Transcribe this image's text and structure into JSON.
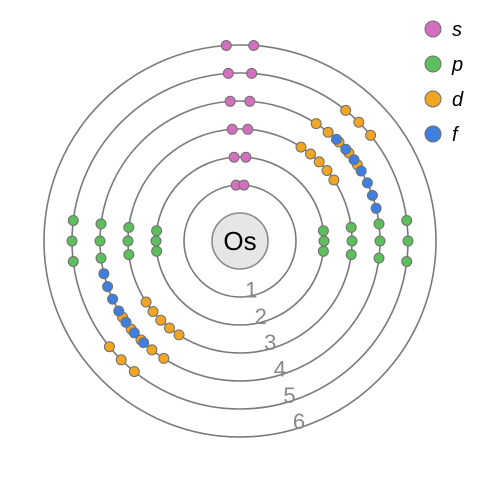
{
  "element": {
    "symbol": "Os"
  },
  "shells": [
    {
      "number": "1",
      "electrons": [
        "s",
        "s"
      ]
    },
    {
      "number": "2",
      "electrons": [
        "s",
        "s",
        "p",
        "p",
        "p",
        "p",
        "p",
        "p"
      ]
    },
    {
      "number": "3",
      "electrons": [
        "s",
        "s",
        "p",
        "p",
        "p",
        "p",
        "p",
        "p",
        "d",
        "d",
        "d",
        "d",
        "d",
        "d",
        "d",
        "d",
        "d",
        "d"
      ]
    },
    {
      "number": "4",
      "electrons": [
        "s",
        "s",
        "p",
        "p",
        "p",
        "p",
        "p",
        "p",
        "d",
        "d",
        "d",
        "d",
        "d",
        "d",
        "d",
        "d",
        "d",
        "d",
        "f",
        "f",
        "f",
        "f",
        "f",
        "f",
        "f",
        "f",
        "f",
        "f",
        "f",
        "f",
        "f",
        "f"
      ]
    },
    {
      "number": "5",
      "electrons": [
        "s",
        "s",
        "p",
        "p",
        "p",
        "p",
        "p",
        "p",
        "d",
        "d",
        "d",
        "d",
        "d",
        "d"
      ]
    },
    {
      "number": "6",
      "electrons": [
        "s",
        "s"
      ]
    }
  ],
  "legend": [
    {
      "key": "s",
      "label": "s",
      "color": "#d46fbf"
    },
    {
      "key": "p",
      "label": "p",
      "color": "#5cbf5c"
    },
    {
      "key": "d",
      "label": "d",
      "color": "#f0a523"
    },
    {
      "key": "f",
      "label": "f",
      "color": "#3f7fe0"
    }
  ]
}
